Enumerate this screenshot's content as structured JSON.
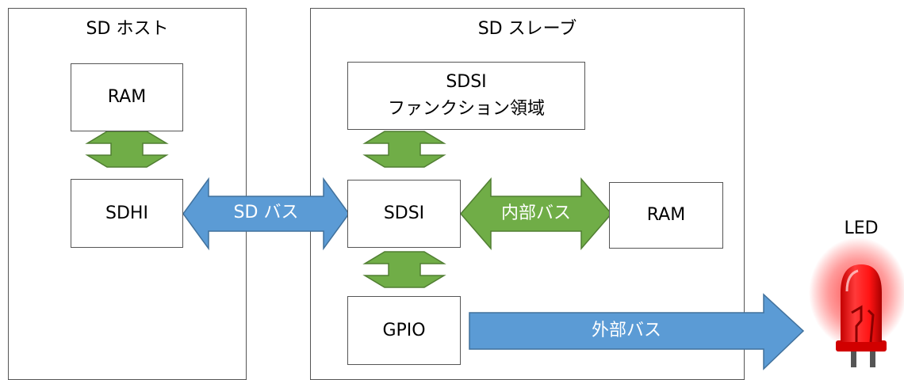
{
  "host": {
    "title": "SD ホスト",
    "ram": "RAM",
    "sdhi": "SDHI"
  },
  "slave": {
    "title": "SD スレーブ",
    "func_line1": "SDSI",
    "func_line2": "ファンクション領域",
    "sdsi": "SDSI",
    "ram": "RAM",
    "gpio": "GPIO"
  },
  "buses": {
    "sd_bus": "SD バス",
    "internal_bus": "内部バス",
    "external_bus": "外部バス"
  },
  "led": {
    "label": "LED"
  },
  "colors": {
    "green_arrow": "#70AD47",
    "blue_arrow": "#5B9BD5",
    "border": "#555555",
    "led_red": "#ff1a1a"
  }
}
